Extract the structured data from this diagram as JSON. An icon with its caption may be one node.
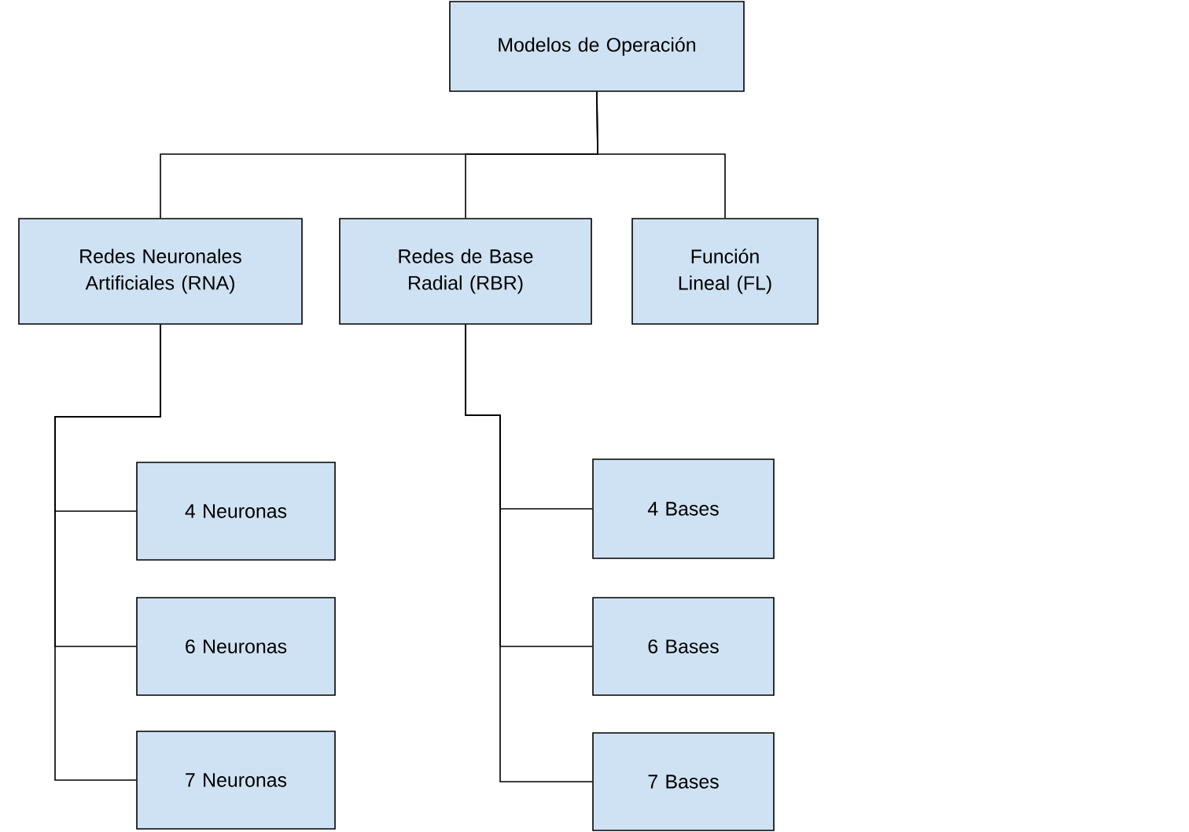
{
  "diagram": {
    "nodes": [
      {
        "text": [
          "Modelos de Operación"
        ]
      },
      {
        "text": [
          "Redes Neuronales Artificiales (RNA)"
        ]
      },
      {
        "text": [
          "Redes de Base Radial (RBR)"
        ]
      },
      {
        "text": [
          "Función Lineal (FL)"
        ]
      },
      {
        "text": [
          "4 Neuronas"
        ]
      },
      {
        "text": [
          "6 Neuronas"
        ]
      },
      {
        "text": [
          "7 Neuronas"
        ]
      },
      {
        "text": [
          "4 Bases"
        ]
      },
      {
        "text": [
          "6 Bases"
        ]
      },
      {
        "text": [
          "7 Bases"
        ]
      }
    ],
    "edges": [
      {
        "from": 0,
        "to": 1,
        "arrow": "none"
      },
      {
        "from": 0,
        "to": 2,
        "arrow": "none"
      },
      {
        "from": 0,
        "to": 3,
        "arrow": "none"
      },
      {
        "from": 1,
        "to": 4,
        "arrow": "none"
      },
      {
        "from": 1,
        "to": 5,
        "arrow": "none"
      },
      {
        "from": 1,
        "to": 6,
        "arrow": "none"
      },
      {
        "from": 2,
        "to": 7,
        "arrow": "none"
      },
      {
        "from": 2,
        "to": 8,
        "arrow": "none"
      },
      {
        "from": 2,
        "to": 9,
        "arrow": "none"
      }
    ]
  }
}
